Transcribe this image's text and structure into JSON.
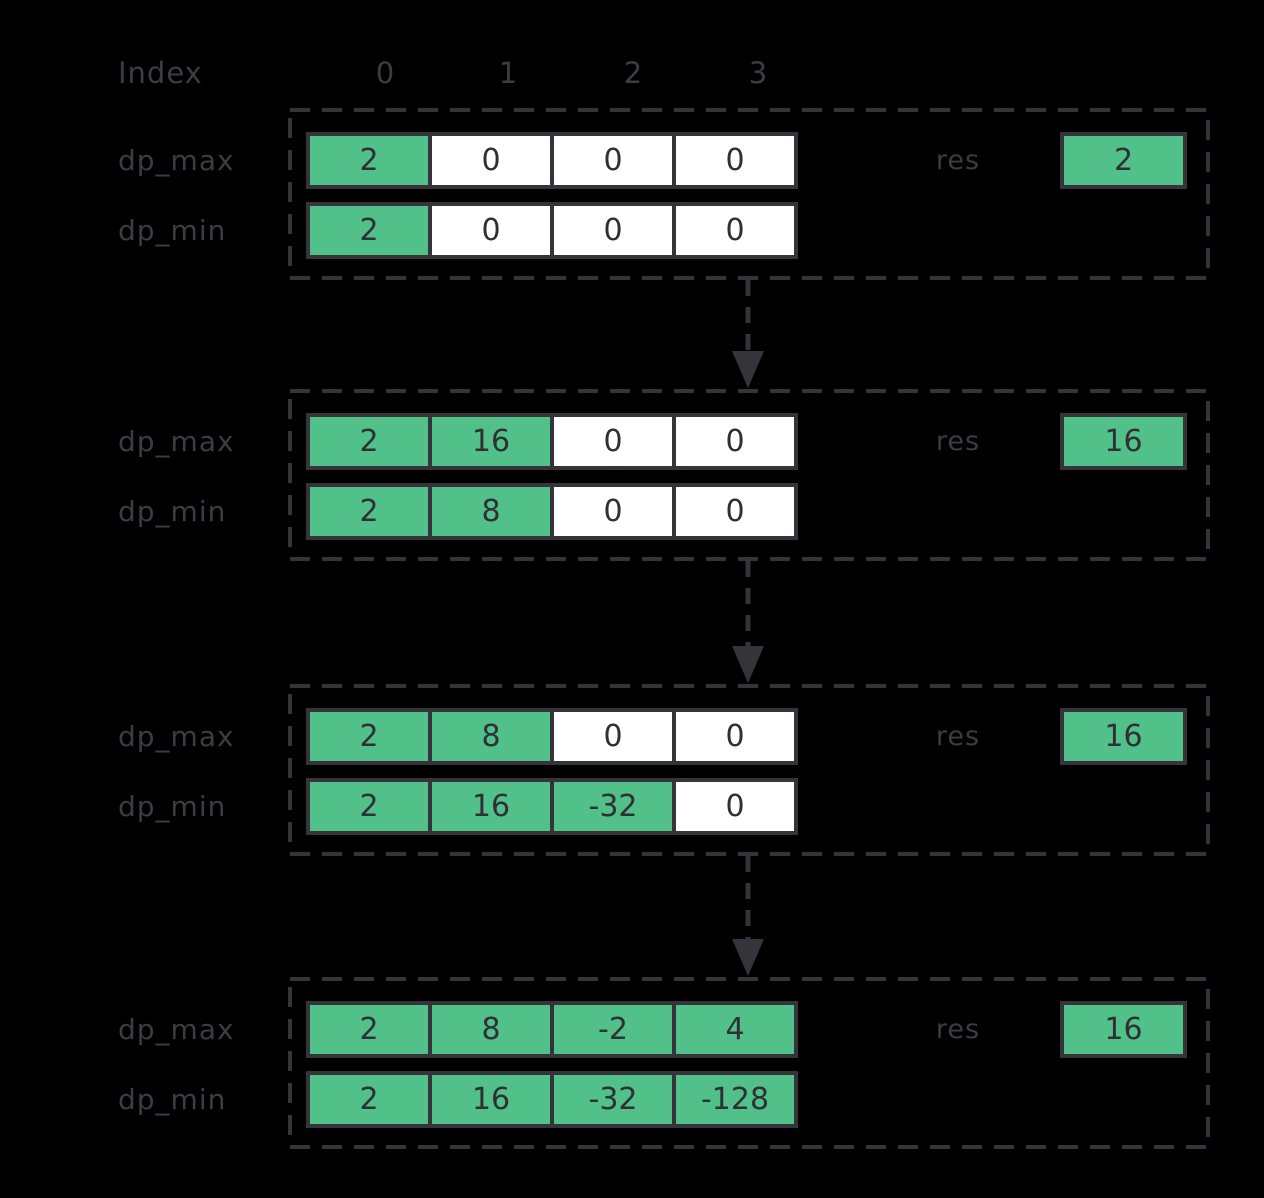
{
  "colors": {
    "background": "#000000",
    "stroke": "#34343a",
    "label_text": "#3c3c42",
    "cell_text": "#2f3036",
    "highlight_green": "#51c189",
    "cell_fill": "#ffffff"
  },
  "header": {
    "label": "Index",
    "columns": [
      "0",
      "1",
      "2",
      "3"
    ]
  },
  "row_labels": {
    "max": "dp_max",
    "min": "dp_min"
  },
  "res_label": "res",
  "stages": [
    {
      "dp_max": [
        {
          "v": "2",
          "hl": true
        },
        {
          "v": "0",
          "hl": false
        },
        {
          "v": "0",
          "hl": false
        },
        {
          "v": "0",
          "hl": false
        }
      ],
      "dp_min": [
        {
          "v": "2",
          "hl": true
        },
        {
          "v": "0",
          "hl": false
        },
        {
          "v": "0",
          "hl": false
        },
        {
          "v": "0",
          "hl": false
        }
      ],
      "res": "2"
    },
    {
      "dp_max": [
        {
          "v": "2",
          "hl": true
        },
        {
          "v": "16",
          "hl": true
        },
        {
          "v": "0",
          "hl": false
        },
        {
          "v": "0",
          "hl": false
        }
      ],
      "dp_min": [
        {
          "v": "2",
          "hl": true
        },
        {
          "v": "8",
          "hl": true
        },
        {
          "v": "0",
          "hl": false
        },
        {
          "v": "0",
          "hl": false
        }
      ],
      "res": "16"
    },
    {
      "dp_max": [
        {
          "v": "2",
          "hl": true
        },
        {
          "v": "8",
          "hl": true
        },
        {
          "v": "0",
          "hl": false
        },
        {
          "v": "0",
          "hl": false
        }
      ],
      "dp_min": [
        {
          "v": "2",
          "hl": true
        },
        {
          "v": "16",
          "hl": true
        },
        {
          "v": "-32",
          "hl": true
        },
        {
          "v": "0",
          "hl": false
        }
      ],
      "res": "16"
    },
    {
      "dp_max": [
        {
          "v": "2",
          "hl": true
        },
        {
          "v": "8",
          "hl": true
        },
        {
          "v": "-2",
          "hl": true
        },
        {
          "v": "4",
          "hl": true
        }
      ],
      "dp_min": [
        {
          "v": "2",
          "hl": true
        },
        {
          "v": "16",
          "hl": true
        },
        {
          "v": "-32",
          "hl": true
        },
        {
          "v": "-128",
          "hl": true
        }
      ],
      "res": "16"
    }
  ]
}
